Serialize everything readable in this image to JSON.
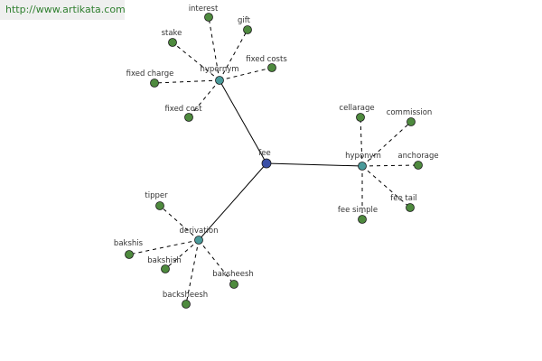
{
  "watermark": "http://www.artikata.com",
  "colors": {
    "root_fill": "#3a4fa6",
    "relation_fill": "#4a9a9a",
    "leaf_fill": "#4e8a3e",
    "edge": "#000000"
  },
  "graph": {
    "root": {
      "label": "fee"
    },
    "relations": [
      {
        "label": "hypernym",
        "leaves": [
          "interest",
          "gift",
          "stake",
          "fixed costs",
          "fixed charge",
          "fixed cost"
        ]
      },
      {
        "label": "hyponym",
        "leaves": [
          "cellarage",
          "commission",
          "anchorage",
          "fee tail",
          "fee simple"
        ]
      },
      {
        "label": "derivation",
        "leaves": [
          "tipper",
          "bakshis",
          "bakshish",
          "baksheesh",
          "backsheesh"
        ]
      }
    ]
  }
}
